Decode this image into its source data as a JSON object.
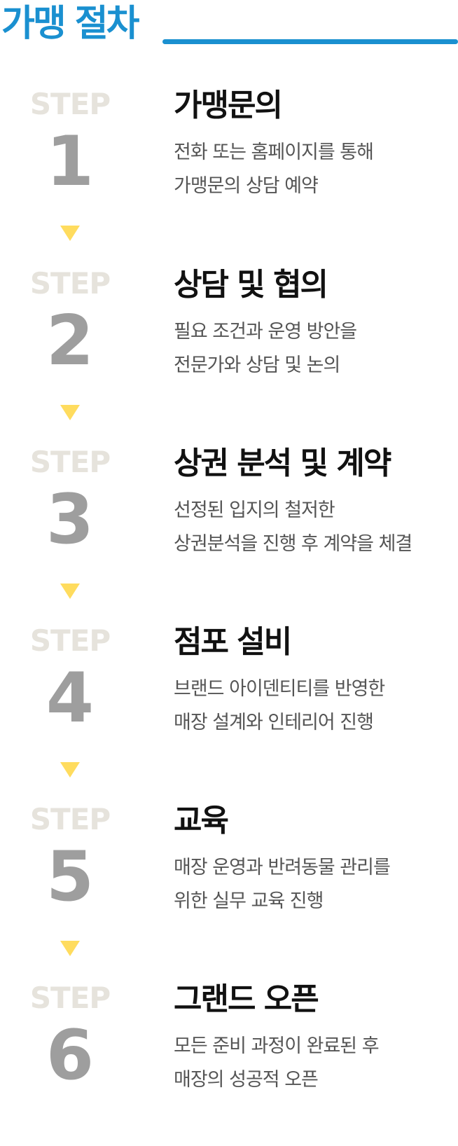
{
  "header": {
    "title": "가맹 절차"
  },
  "colors": {
    "accent": "#1A90D0",
    "arrow": "#FFDC5E",
    "step_label": "#E6E3DC",
    "step_number": "#9E9E9E"
  },
  "steps": [
    {
      "label": "STEP",
      "number": "1",
      "title": "가맹문의",
      "desc": [
        "전화 또는 홈페이지를 통해",
        "가맹문의 상담 예약"
      ]
    },
    {
      "label": "STEP",
      "number": "2",
      "title": "상담 및 협의",
      "desc": [
        "필요 조건과 운영 방안을",
        "전문가와 상담 및 논의"
      ]
    },
    {
      "label": "STEP",
      "number": "3",
      "title": "상권 분석 및 계약",
      "desc": [
        "선정된 입지의 철저한",
        "상권분석을 진행 후 계약을 체결"
      ]
    },
    {
      "label": "STEP",
      "number": "4",
      "title": "점포 설비",
      "desc": [
        "브랜드 아이덴티티를 반영한",
        "매장 설계와 인테리어 진행"
      ]
    },
    {
      "label": "STEP",
      "number": "5",
      "title": "교육",
      "desc": [
        "매장 운영과 반려동물 관리를",
        "위한 실무 교육 진행"
      ]
    },
    {
      "label": "STEP",
      "number": "6",
      "title": "그랜드 오픈",
      "desc": [
        "모든 준비 과정이 완료된 후",
        "매장의 성공적 오픈"
      ]
    }
  ]
}
